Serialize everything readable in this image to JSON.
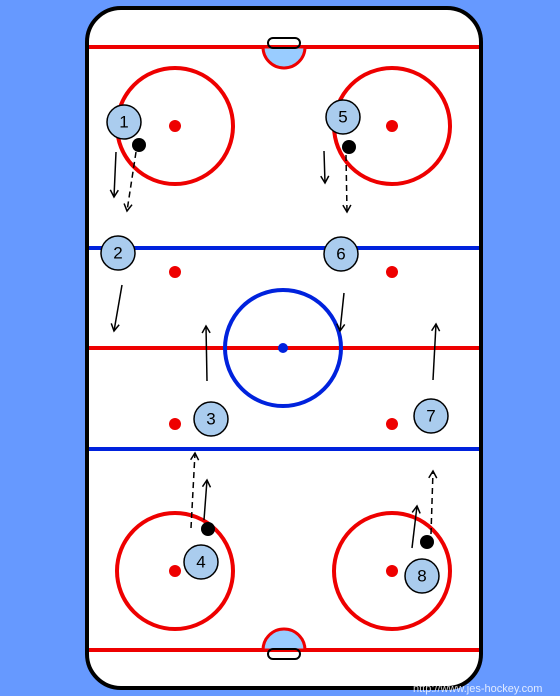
{
  "colors": {
    "background": "#6699ff",
    "ice": "#ffffff",
    "boards": "#000000",
    "red_line": "#ee0000",
    "blue_line": "#0022dd",
    "crease": "#99ccff",
    "player_fill": "#aaccee"
  },
  "players": [
    {
      "id": "p1",
      "label": "1"
    },
    {
      "id": "p2",
      "label": "2"
    },
    {
      "id": "p3",
      "label": "3"
    },
    {
      "id": "p4",
      "label": "4"
    },
    {
      "id": "p5",
      "label": "5"
    },
    {
      "id": "p6",
      "label": "6"
    },
    {
      "id": "p7",
      "label": "7"
    },
    {
      "id": "p8",
      "label": "8"
    }
  ],
  "watermark": "http://www.jes-hockey.com"
}
